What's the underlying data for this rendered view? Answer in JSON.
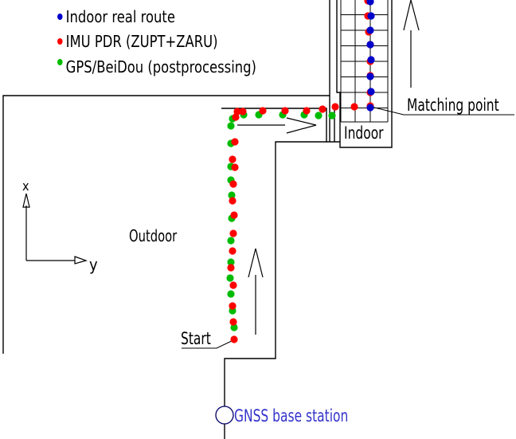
{
  "legend": [
    {
      "label": "Indoor real route",
      "color": "#0000cc",
      "icon": "blue-dot-icon"
    },
    {
      "label": "IMU PDR (ZUPT+ZARU)",
      "color": "#ff0000",
      "icon": "red-dot-icon"
    },
    {
      "label": "GPS/BeiDou (postprocessing)",
      "color": "#00bb00",
      "icon": "green-dot-icon"
    }
  ],
  "labels": {
    "outdoor": "Outdoor",
    "indoor": "Indoor",
    "start": "Start",
    "matching_point": "Matching point",
    "gnss_base_station": "GNSS base station",
    "axis_x": "x",
    "axis_y": "y"
  },
  "colors": {
    "wall": "#000000",
    "gnss_text": "#3333cc",
    "gnss_marker": "#000066"
  },
  "routes": {
    "indoor_real": [
      [
        465,
        135
      ],
      [
        466,
        115
      ],
      [
        465,
        96
      ],
      [
        466,
        75
      ],
      [
        465,
        56
      ],
      [
        465,
        38
      ],
      [
        466,
        20
      ],
      [
        465,
        2
      ]
    ],
    "imu_pdr": [
      [
        294,
        426
      ],
      [
        293,
        404
      ],
      [
        292,
        384
      ],
      [
        293,
        358
      ],
      [
        290,
        336
      ],
      [
        292,
        315
      ],
      [
        293,
        293
      ],
      [
        294,
        270
      ],
      [
        292,
        252
      ],
      [
        293,
        231
      ],
      [
        295,
        210
      ],
      [
        292,
        200
      ],
      [
        295,
        178
      ],
      [
        296,
        147
      ],
      [
        298,
        140
      ],
      [
        305,
        140
      ],
      [
        330,
        139
      ],
      [
        358,
        139
      ],
      [
        385,
        139
      ],
      [
        405,
        137
      ],
      [
        421,
        134
      ],
      [
        445,
        134
      ],
      [
        465,
        133
      ],
      [
        465,
        116
      ],
      [
        465,
        95
      ],
      [
        465,
        77
      ],
      [
        465,
        56
      ],
      [
        463,
        40
      ],
      [
        462,
        20
      ],
      [
        462,
        1
      ]
    ],
    "gps_beidou": [
      [
        294,
        411
      ],
      [
        292,
        390
      ],
      [
        290,
        369
      ],
      [
        289,
        349
      ],
      [
        290,
        329
      ],
      [
        290,
        302
      ],
      [
        291,
        274
      ],
      [
        291,
        245
      ],
      [
        290,
        226
      ],
      [
        290,
        209
      ],
      [
        290,
        180
      ],
      [
        290,
        158
      ],
      [
        292,
        149
      ],
      [
        306,
        144
      ],
      [
        325,
        144
      ],
      [
        355,
        144
      ],
      [
        382,
        144
      ],
      [
        400,
        145
      ],
      [
        417,
        145
      ]
    ]
  }
}
